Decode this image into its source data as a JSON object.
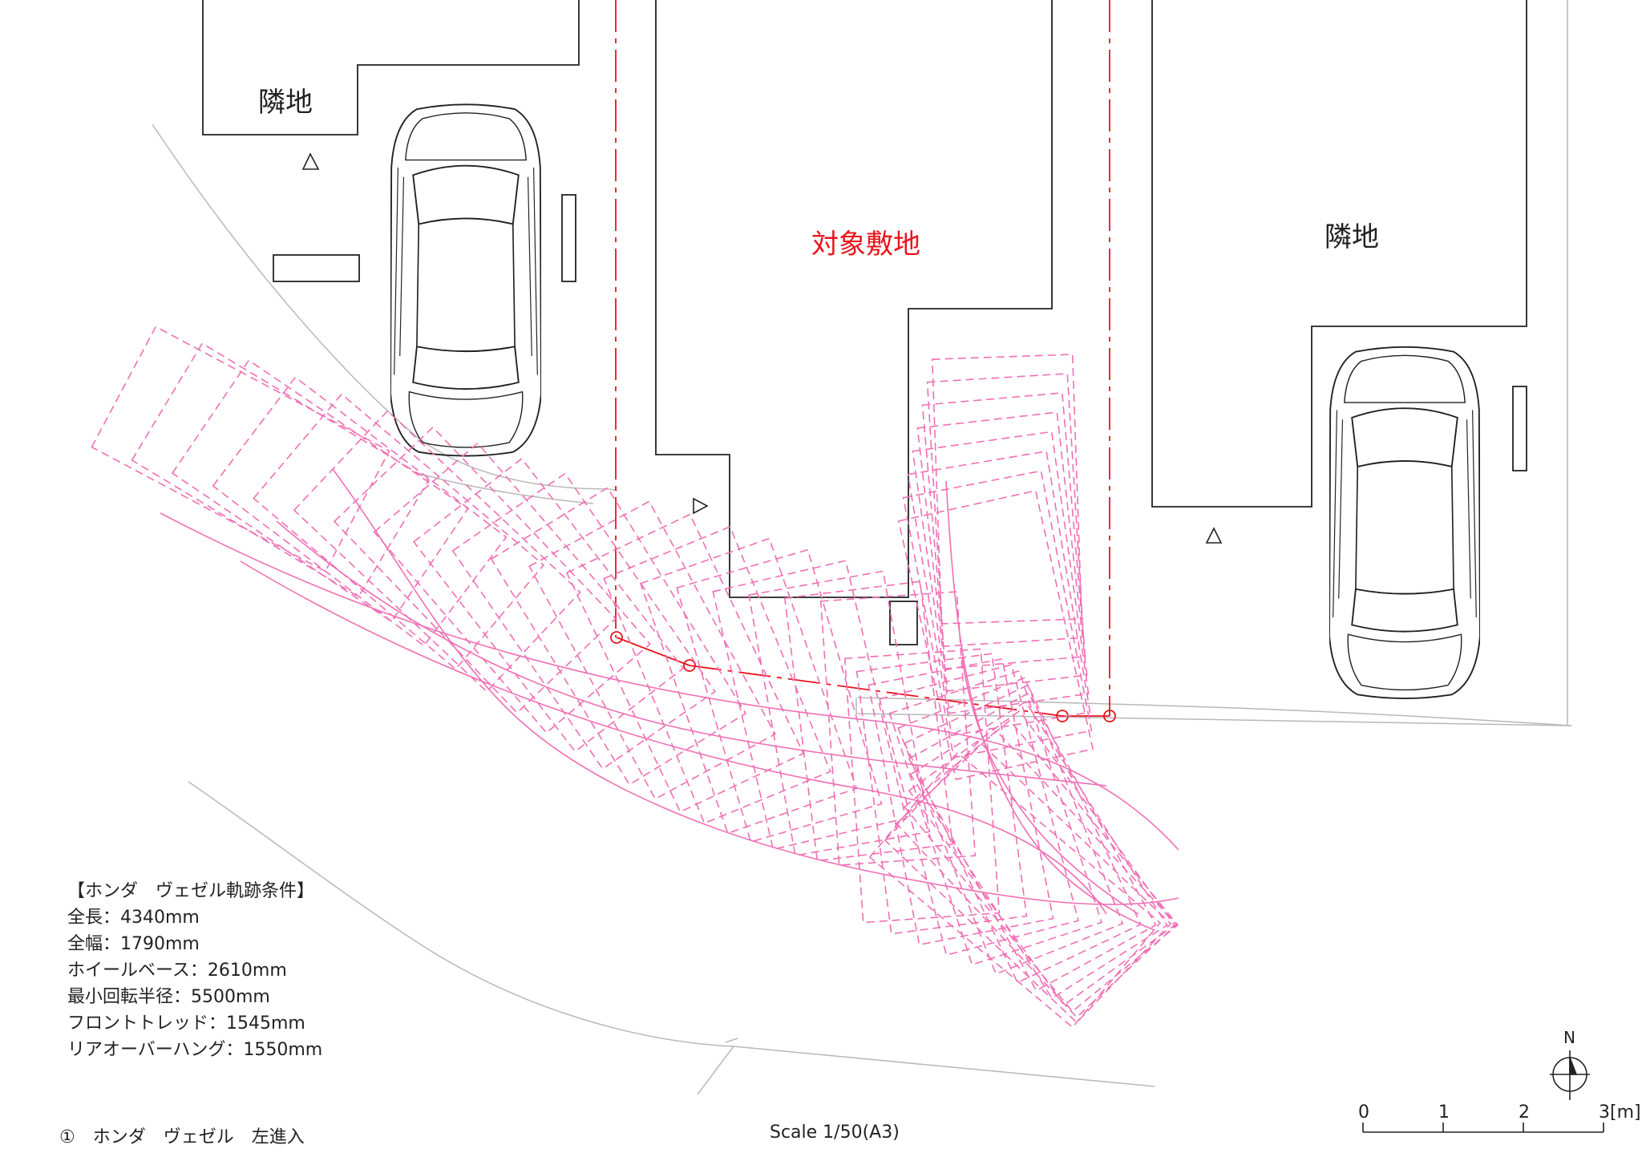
{
  "labels": {
    "neighbor_left": "隣地",
    "neighbor_right": "隣地",
    "site": "対象敷地"
  },
  "conditions": {
    "title": "【ホンダ　ヴェゼル軌跡条件】",
    "lines": [
      "全長：4340mm",
      "全幅：1790mm",
      "ホイールベース：2610mm",
      "最小回転半径：5500mm",
      "フロントトレッド：1545mm",
      "リアオーバーハング：1550mm"
    ]
  },
  "footer": {
    "caption": "①　ホンダ　ヴェゼル　左進入",
    "scale": "Scale 1/50(A3)"
  },
  "scale_bar": {
    "ticks": [
      "0",
      "1",
      "2",
      "3[m]"
    ]
  },
  "north": {
    "label": "N"
  },
  "colors": {
    "line": "#222222",
    "boundary": "#e8141d",
    "trajectory": "#f06fb4",
    "road_edge": "#b8b8b8"
  },
  "icons": [
    "car-top-view-icon",
    "triangle-marker-icon",
    "north-arrow-icon"
  ]
}
